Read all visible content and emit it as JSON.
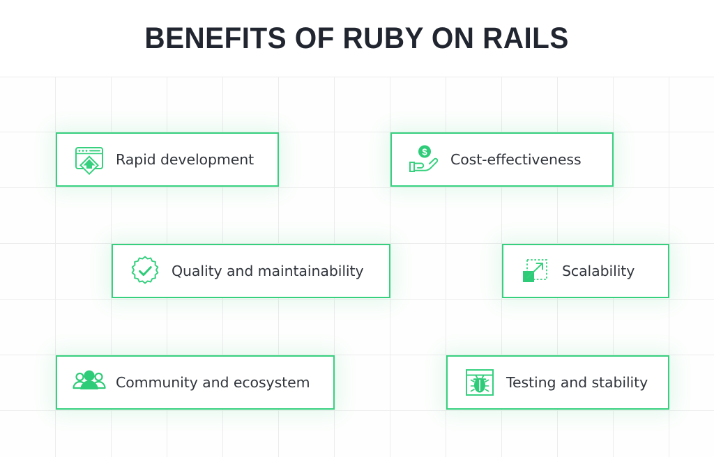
{
  "header": {
    "title": "BENEFITS OF RUBY ON RAILS"
  },
  "theme": {
    "accent": "#36d07f",
    "title_color": "#20252f",
    "label_color": "#30343b",
    "grid_line_color": "#ececec",
    "card_background": "#ffffff",
    "page_background": "#ffffff"
  },
  "benefits": [
    {
      "label": "Rapid development",
      "icon": "browser-window-upload-icon"
    },
    {
      "label": "Cost-effectiveness",
      "icon": "hand-holding-coin-icon"
    },
    {
      "label": "Quality and maintainability",
      "icon": "badge-check-icon"
    },
    {
      "label": "Scalability",
      "icon": "expand-arrow-icon"
    },
    {
      "label": "Community and ecosystem",
      "icon": "people-group-icon"
    },
    {
      "label": "Testing and stability",
      "icon": "window-bug-icon"
    }
  ]
}
